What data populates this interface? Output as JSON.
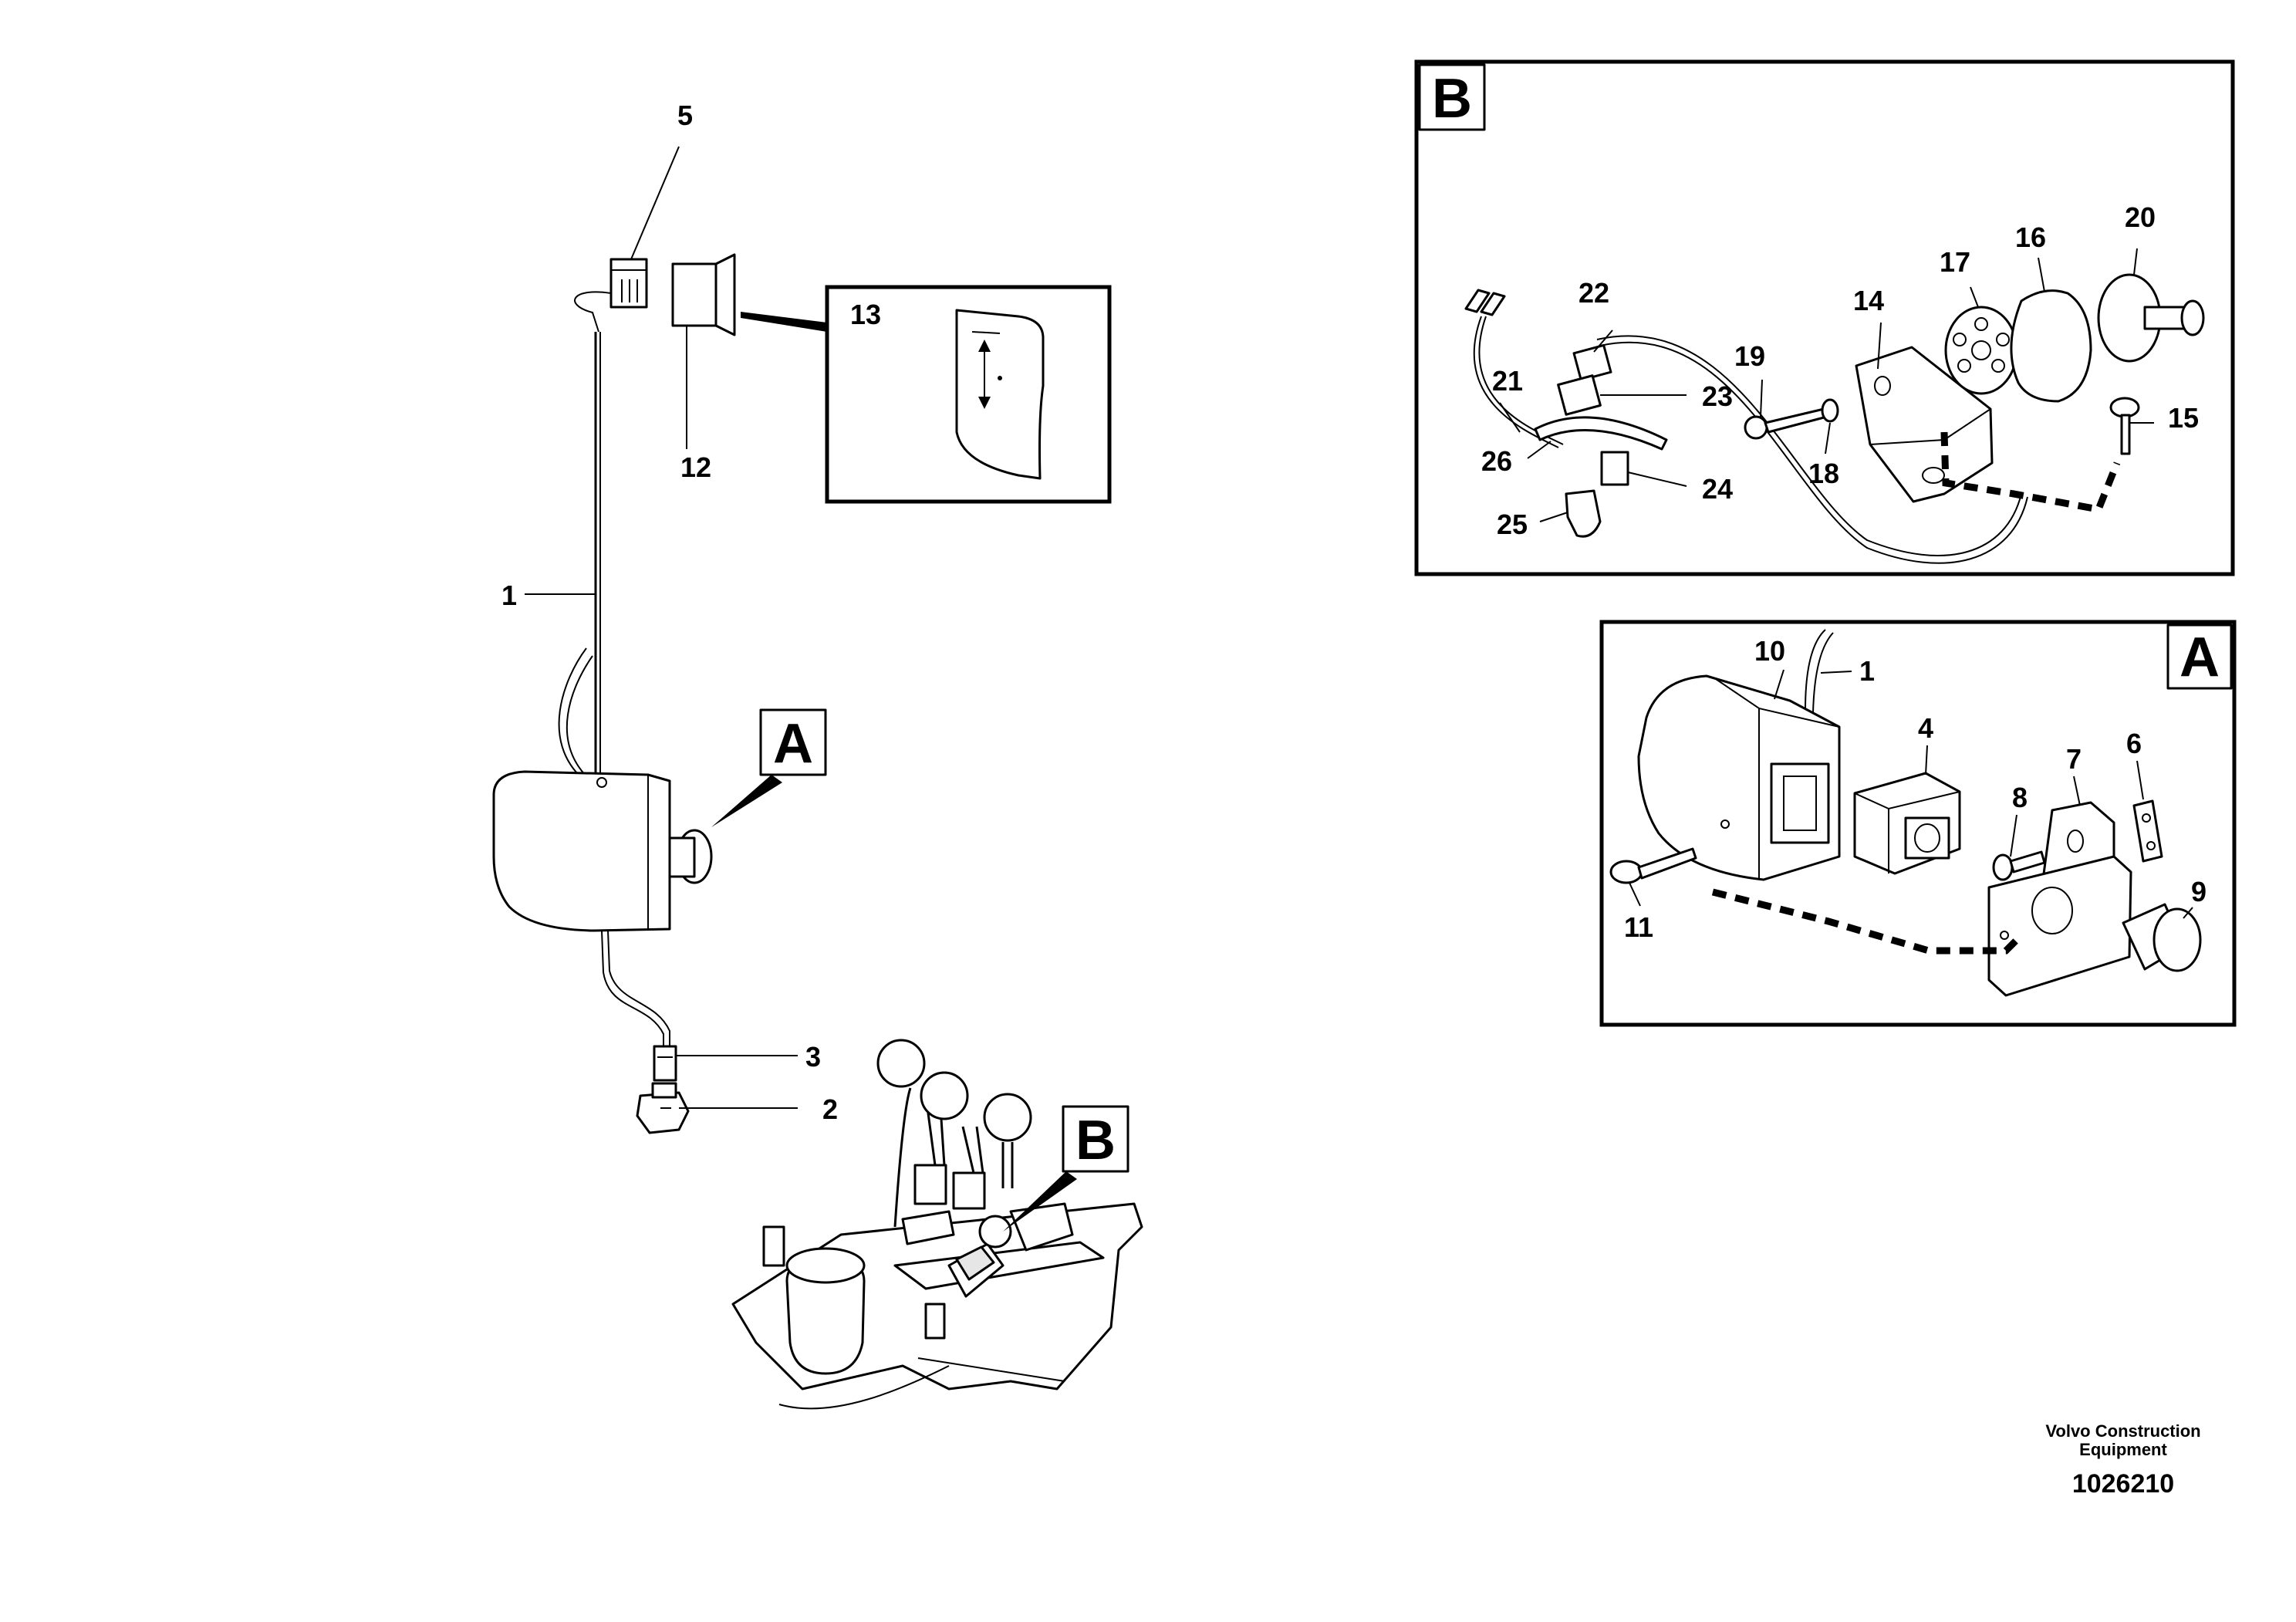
{
  "callouts": [
    {
      "id": "c5",
      "text": "5"
    },
    {
      "id": "c13",
      "text": "13"
    },
    {
      "id": "c12",
      "text": "12"
    },
    {
      "id": "c1",
      "text": "1"
    },
    {
      "id": "c3",
      "text": "3"
    },
    {
      "id": "c2",
      "text": "2"
    },
    {
      "id": "c22",
      "text": "22"
    },
    {
      "id": "c17",
      "text": "17"
    },
    {
      "id": "c16",
      "text": "16"
    },
    {
      "id": "c20",
      "text": "20"
    },
    {
      "id": "c14",
      "text": "14"
    },
    {
      "id": "c19",
      "text": "19"
    },
    {
      "id": "c21",
      "text": "21"
    },
    {
      "id": "c23",
      "text": "23"
    },
    {
      "id": "c15",
      "text": "15"
    },
    {
      "id": "c26",
      "text": "26"
    },
    {
      "id": "c18",
      "text": "18"
    },
    {
      "id": "c24",
      "text": "24"
    },
    {
      "id": "c25",
      "text": "25"
    },
    {
      "id": "c10",
      "text": "10"
    },
    {
      "id": "c1b",
      "text": "1"
    },
    {
      "id": "c4",
      "text": "4"
    },
    {
      "id": "c7",
      "text": "7"
    },
    {
      "id": "c6",
      "text": "6"
    },
    {
      "id": "c8",
      "text": "8"
    },
    {
      "id": "c9",
      "text": "9"
    },
    {
      "id": "c11",
      "text": "11"
    }
  ],
  "detail_tags": {
    "a_main": "A",
    "b_main": "B",
    "b_panel": "B",
    "a_panel": "A"
  },
  "footer": {
    "company_line1": "Volvo Construction",
    "company_line2": "Equipment",
    "drawing_number": "1026210"
  }
}
